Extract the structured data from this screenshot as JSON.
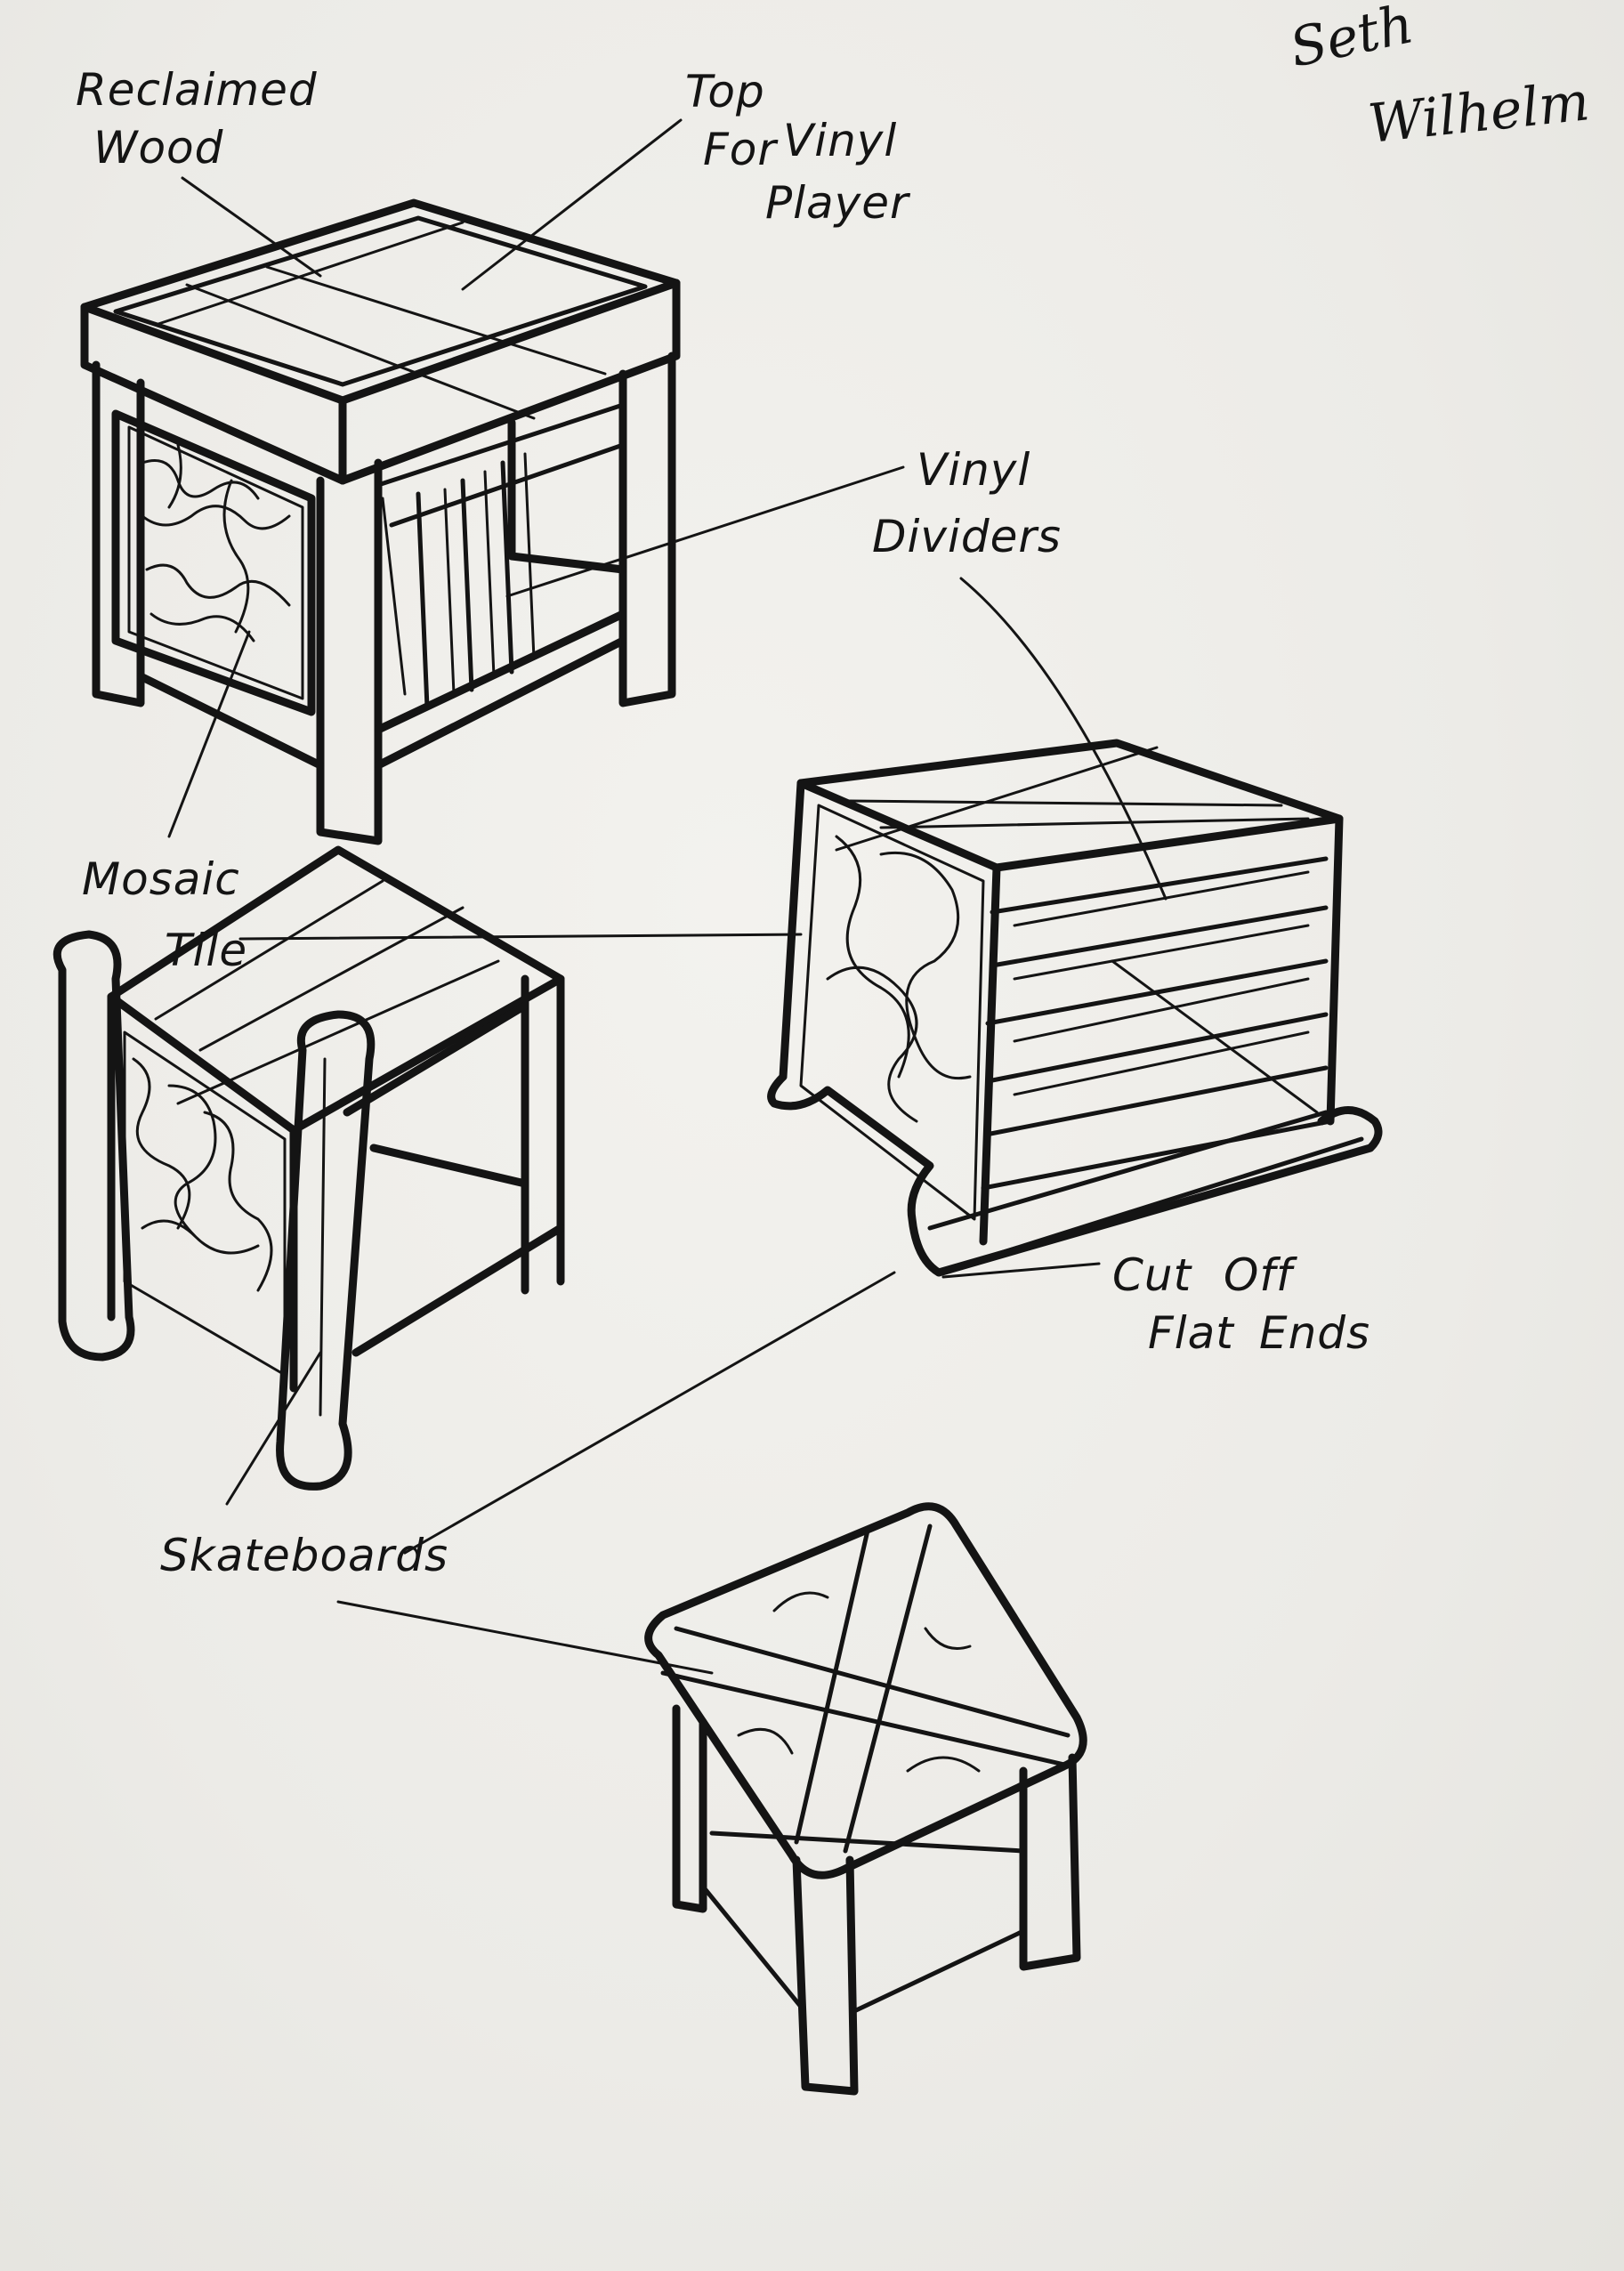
{
  "signature": {
    "first": "Seth",
    "last": "Wilhelm"
  },
  "labels": {
    "reclaimed_wood": [
      "Reclaimed",
      "Wood"
    ],
    "top_for_vinyl_player": [
      "Top",
      "For",
      "Vinyl",
      "Player"
    ],
    "vinyl_dividers": [
      "Vinyl",
      "Dividers"
    ],
    "mosaic_tile": [
      "Mosaic",
      "Tile"
    ],
    "cut_off_flat_ends": [
      "Cut",
      "Off",
      "Flat",
      "Ends"
    ],
    "skateboards": "Skateboards"
  },
  "colors": {
    "paper": "#ecebe6",
    "ink": "#141414"
  }
}
